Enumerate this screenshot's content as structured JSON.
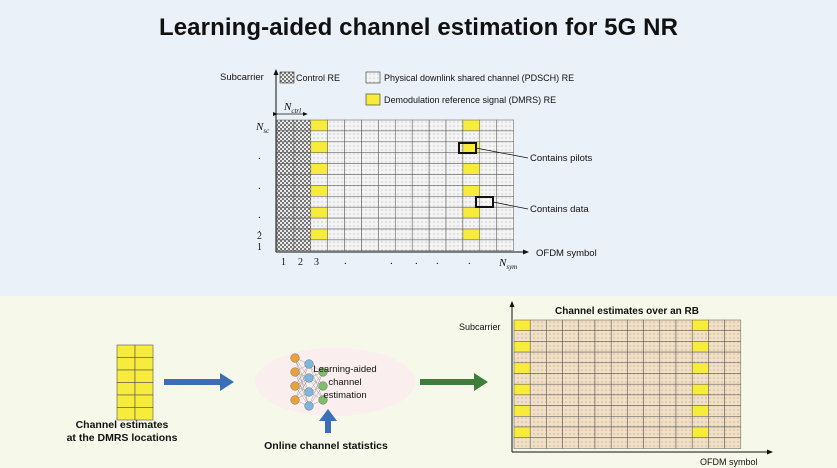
{
  "title": "Learning-aided channel estimation for 5G NR",
  "top_diagram": {
    "y_axis_label": "Subcarrier",
    "x_axis_label": "OFDM symbol",
    "legend": {
      "control": "Control RE",
      "pdsch": "Physical downlink shared channel (PDSCH) RE",
      "dmrs": "Demodulation reference signal (DMRS) RE"
    },
    "n_ctrl_label": "N",
    "n_ctrl_sub": "ctrl",
    "n_sc_label": "N",
    "n_sc_sub": "sc",
    "n_sym_label": "N",
    "n_sym_sub": "sym",
    "y_ticks": [
      "2",
      "1"
    ],
    "y_dots": [
      ".",
      ".",
      ".",
      "."
    ],
    "x_ticks": [
      "1",
      "2",
      "3"
    ],
    "x_dots": [
      ".",
      ".",
      ".",
      ".",
      "."
    ],
    "annotations": {
      "pilots": "Contains pilots",
      "data": "Contains data"
    }
  },
  "bottom": {
    "dmrs_caption_line1": "Channel estimates",
    "dmrs_caption_line2": "at the DMRS locations",
    "nn_label_line1": "Learning-aided",
    "nn_label_line2": "channel",
    "nn_label_line3": "estimation",
    "online_stats": "Online channel statistics",
    "output_title": "Channel estimates over an RB",
    "output_y_label": "Subcarrier",
    "output_x_label": "OFDM symbol"
  },
  "colors": {
    "dmrs_yellow": "#f7ec3c",
    "pdsch_cell": "#f2f2f2",
    "control_cell": "#cfcfcf",
    "output_cell": "#f1dfc6",
    "blue_arrow": "#3a6fb7",
    "green_arrow": "#3e7d3a"
  }
}
